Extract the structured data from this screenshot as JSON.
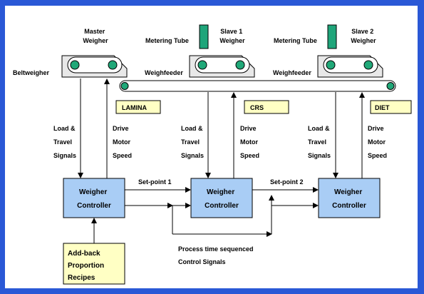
{
  "labels": {
    "master_weigher": [
      "Master",
      "Weigher"
    ],
    "slave1_weigher": [
      "Slave 1",
      "Weigher"
    ],
    "slave2_weigher": [
      "Slave 2",
      "Weigher"
    ],
    "metering_tube_1": "Metering Tube",
    "metering_tube_2": "Metering Tube",
    "beltweigher": "Beltweigher",
    "weighfeeder_1": "Weighfeeder",
    "weighfeeder_2": "Weighfeeder",
    "lamina": "LAMINA",
    "crs": "CRS",
    "diet": "DIET",
    "load_travel_1": [
      "Load &",
      "Travel",
      "Signals"
    ],
    "load_travel_2": [
      "Load &",
      "Travel",
      "Signals"
    ],
    "load_travel_3": [
      "Load &",
      "Travel",
      "Signals"
    ],
    "drive_motor_1": [
      "Drive",
      "Motor",
      "Speed"
    ],
    "drive_motor_2": [
      "Drive",
      "Motor",
      "Speed"
    ],
    "drive_motor_3": [
      "Drive",
      "Motor",
      "Speed"
    ],
    "setpoint_1": "Set-point 1",
    "setpoint_2": "Set-point 2",
    "controller_1": [
      "Weigher",
      "Controller"
    ],
    "controller_2": [
      "Weigher",
      "Controller"
    ],
    "controller_3": [
      "Weigher",
      "Controller"
    ],
    "addback": [
      "Add-back",
      "Proportion",
      "Recipes"
    ],
    "process": [
      "Process time sequenced",
      "Control Signals"
    ]
  },
  "colors": {
    "border": "#2a58d6",
    "controller_fill": "#a9cdf5",
    "tag_fill": "#ffffc4",
    "tube_fill": "#1fa57a",
    "roller_fill": "#20a878"
  }
}
